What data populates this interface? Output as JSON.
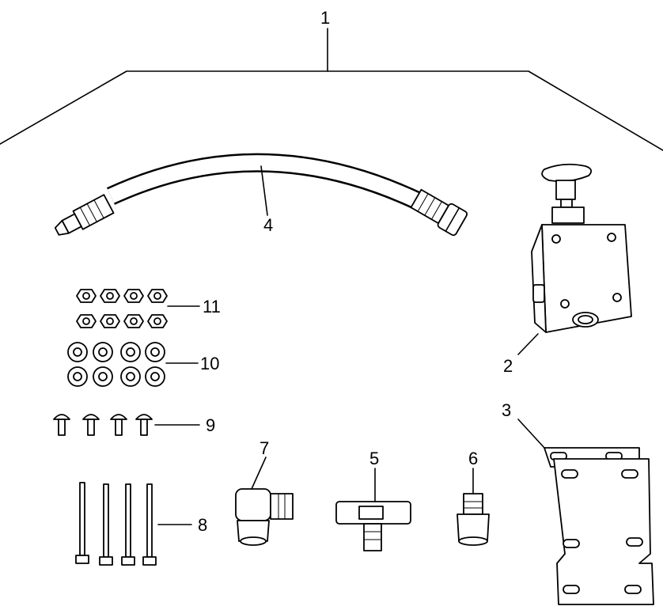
{
  "callouts": {
    "kit": "1",
    "valve": "2",
    "bracket": "3",
    "hose": "4",
    "tee": "5",
    "adapter": "6",
    "elbow": "7",
    "long_bolts": "8",
    "short_bolts": "9",
    "washers": "10",
    "nuts": "11"
  },
  "colors": {
    "line": "#000000",
    "background": "#ffffff"
  }
}
